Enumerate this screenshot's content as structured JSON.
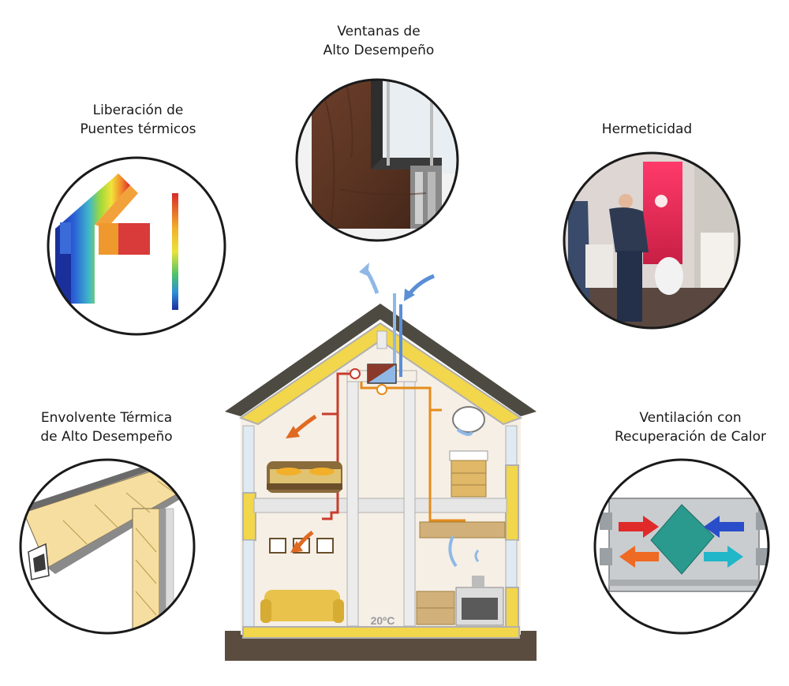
{
  "labels": {
    "windows": [
      "Ventanas de",
      "Alto Desempeño"
    ],
    "thermal_bridges": [
      "Liberación de",
      "Puentes térmicos"
    ],
    "airtightness": [
      "Hermeticidad"
    ],
    "envelope": [
      "Envolvente Térmica",
      "de Alto Desempeño"
    ],
    "ventilation": [
      "Ventilación con",
      "Recuperación de Calor"
    ]
  },
  "house": {
    "temperature": "20ºC"
  },
  "colors": {
    "insulation": "#f2d64b",
    "roof": "#4d4a42",
    "ground": "#5a4d40",
    "interior": "#f6efe6",
    "supply_duct": "#e58c1a",
    "extract_duct": "#c83c2c",
    "outdoor_duct": "#5a8fd6"
  }
}
